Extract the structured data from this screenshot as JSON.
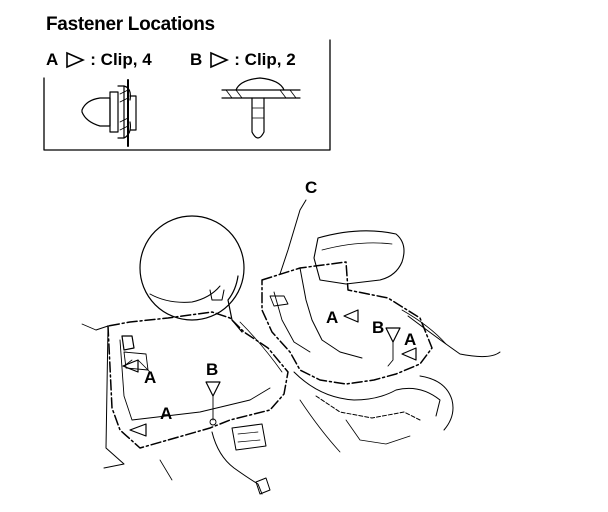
{
  "title": "Fastener Locations",
  "legend": [
    {
      "letter": "A",
      "text": ": Clip, 4"
    },
    {
      "letter": "B",
      "text": ": Clip, 2"
    }
  ],
  "callouts": {
    "c": "C",
    "a1": "A",
    "a2": "A",
    "a3": "A",
    "a4": "A",
    "b1": "B",
    "b2": "B"
  }
}
